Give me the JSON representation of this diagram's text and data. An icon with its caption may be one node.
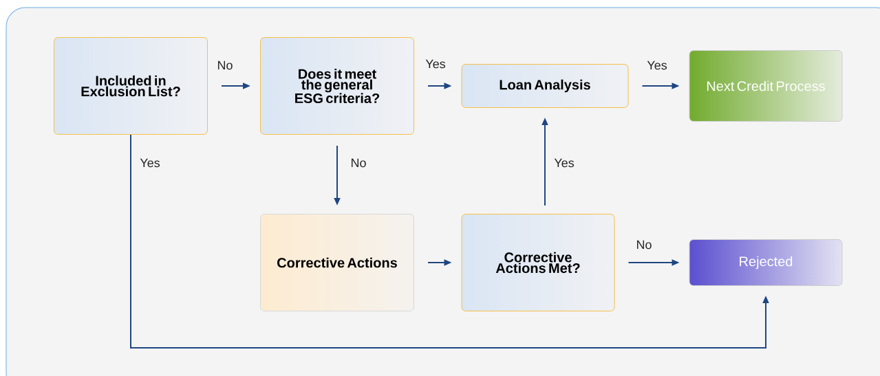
{
  "diagram": {
    "nodes": [
      {
        "text": [
          "Included in Exclusion List?"
        ]
      },
      {
        "text": [
          "Does it meet the general ESG criteria?"
        ]
      },
      {
        "text": [
          "Loan Analysis"
        ]
      },
      {
        "text": [
          "Next Credit Process"
        ]
      },
      {
        "text": [
          "Corrective Actions"
        ]
      },
      {
        "text": [
          "Corrective Actions Met?"
        ]
      },
      {
        "text": [
          "Rejected"
        ]
      }
    ],
    "edges": [
      {
        "from": 0,
        "to": 1,
        "arrow": "to",
        "label": "No"
      },
      {
        "from": 1,
        "to": 2,
        "arrow": "to",
        "label": "Yes"
      },
      {
        "from": 2,
        "to": 3,
        "arrow": "to",
        "label": "Yes"
      },
      {
        "from": 0,
        "to": 6,
        "arrow": "to",
        "label": "Yes"
      },
      {
        "from": 1,
        "to": 4,
        "arrow": "to",
        "label": "No"
      },
      {
        "from": 4,
        "to": 5,
        "arrow": "to"
      },
      {
        "from": 5,
        "to": 2,
        "arrow": "to",
        "label": "Yes"
      },
      {
        "from": 5,
        "to": 6,
        "arrow": "to",
        "label": "No"
      }
    ]
  }
}
